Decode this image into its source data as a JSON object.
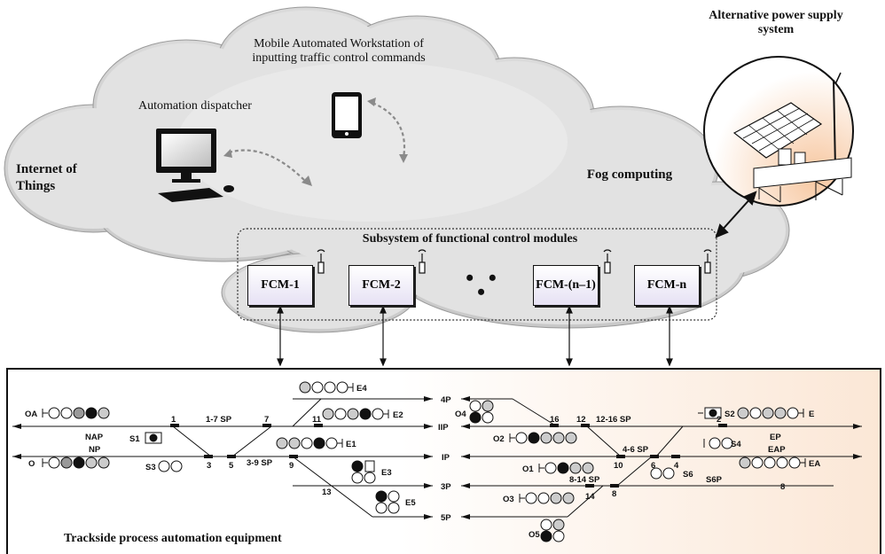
{
  "cloud": {
    "iot_label": "Internet of Things",
    "dispatcher_label": "Automation dispatcher",
    "mobile_label": "Mobile Automated Workstation of inputting traffic control commands",
    "fog_label": "Fog computing"
  },
  "power": {
    "label": "Alternative power supply system"
  },
  "subsystem": {
    "label": "Subsystem of functional control modules",
    "modules": [
      "FCM-1",
      "FCM-2",
      "FCM-(n–1)",
      "FCM-n"
    ],
    "ellipsis": "• • •"
  },
  "trackside": {
    "label": "Trackside process automation equipment",
    "tracks": {
      "t4P": "4P",
      "tIIP": "IIP",
      "tIP": "IP",
      "t3P": "3P",
      "t5P": "5P"
    },
    "switch_numbers": {
      "s1": "1",
      "s3": "3",
      "s5": "5",
      "s7": "7",
      "s9": "9",
      "s11": "11",
      "s13": "13",
      "s2": "2",
      "s4": "4",
      "s6": "6",
      "s8": "8",
      "s10": "10",
      "s12": "12",
      "s14": "14",
      "s16": "16"
    },
    "sections": {
      "sp17": "1-7 SP",
      "sp39": "3-9 SP",
      "sp1216": "12-16 SP",
      "sp46": "4-6 SP",
      "sp814": "8-14 SP",
      "nap": "NAP",
      "np": "NP",
      "ep": "EP",
      "eap": "EAP",
      "s6p": "S6P",
      "s6p8": "8"
    },
    "signals": {
      "OA": "OA",
      "O": "O",
      "S1": "S1",
      "S3": "S3",
      "E4": "E4",
      "E2": "E2",
      "E1": "E1",
      "E3": "E3",
      "E5": "E5",
      "O4": "O4",
      "O2": "O2",
      "O1": "O1",
      "O3": "O3",
      "O5": "O5",
      "S2": "S2",
      "S4": "S4",
      "S6": "S6",
      "E": "E",
      "EA": "EA"
    }
  }
}
